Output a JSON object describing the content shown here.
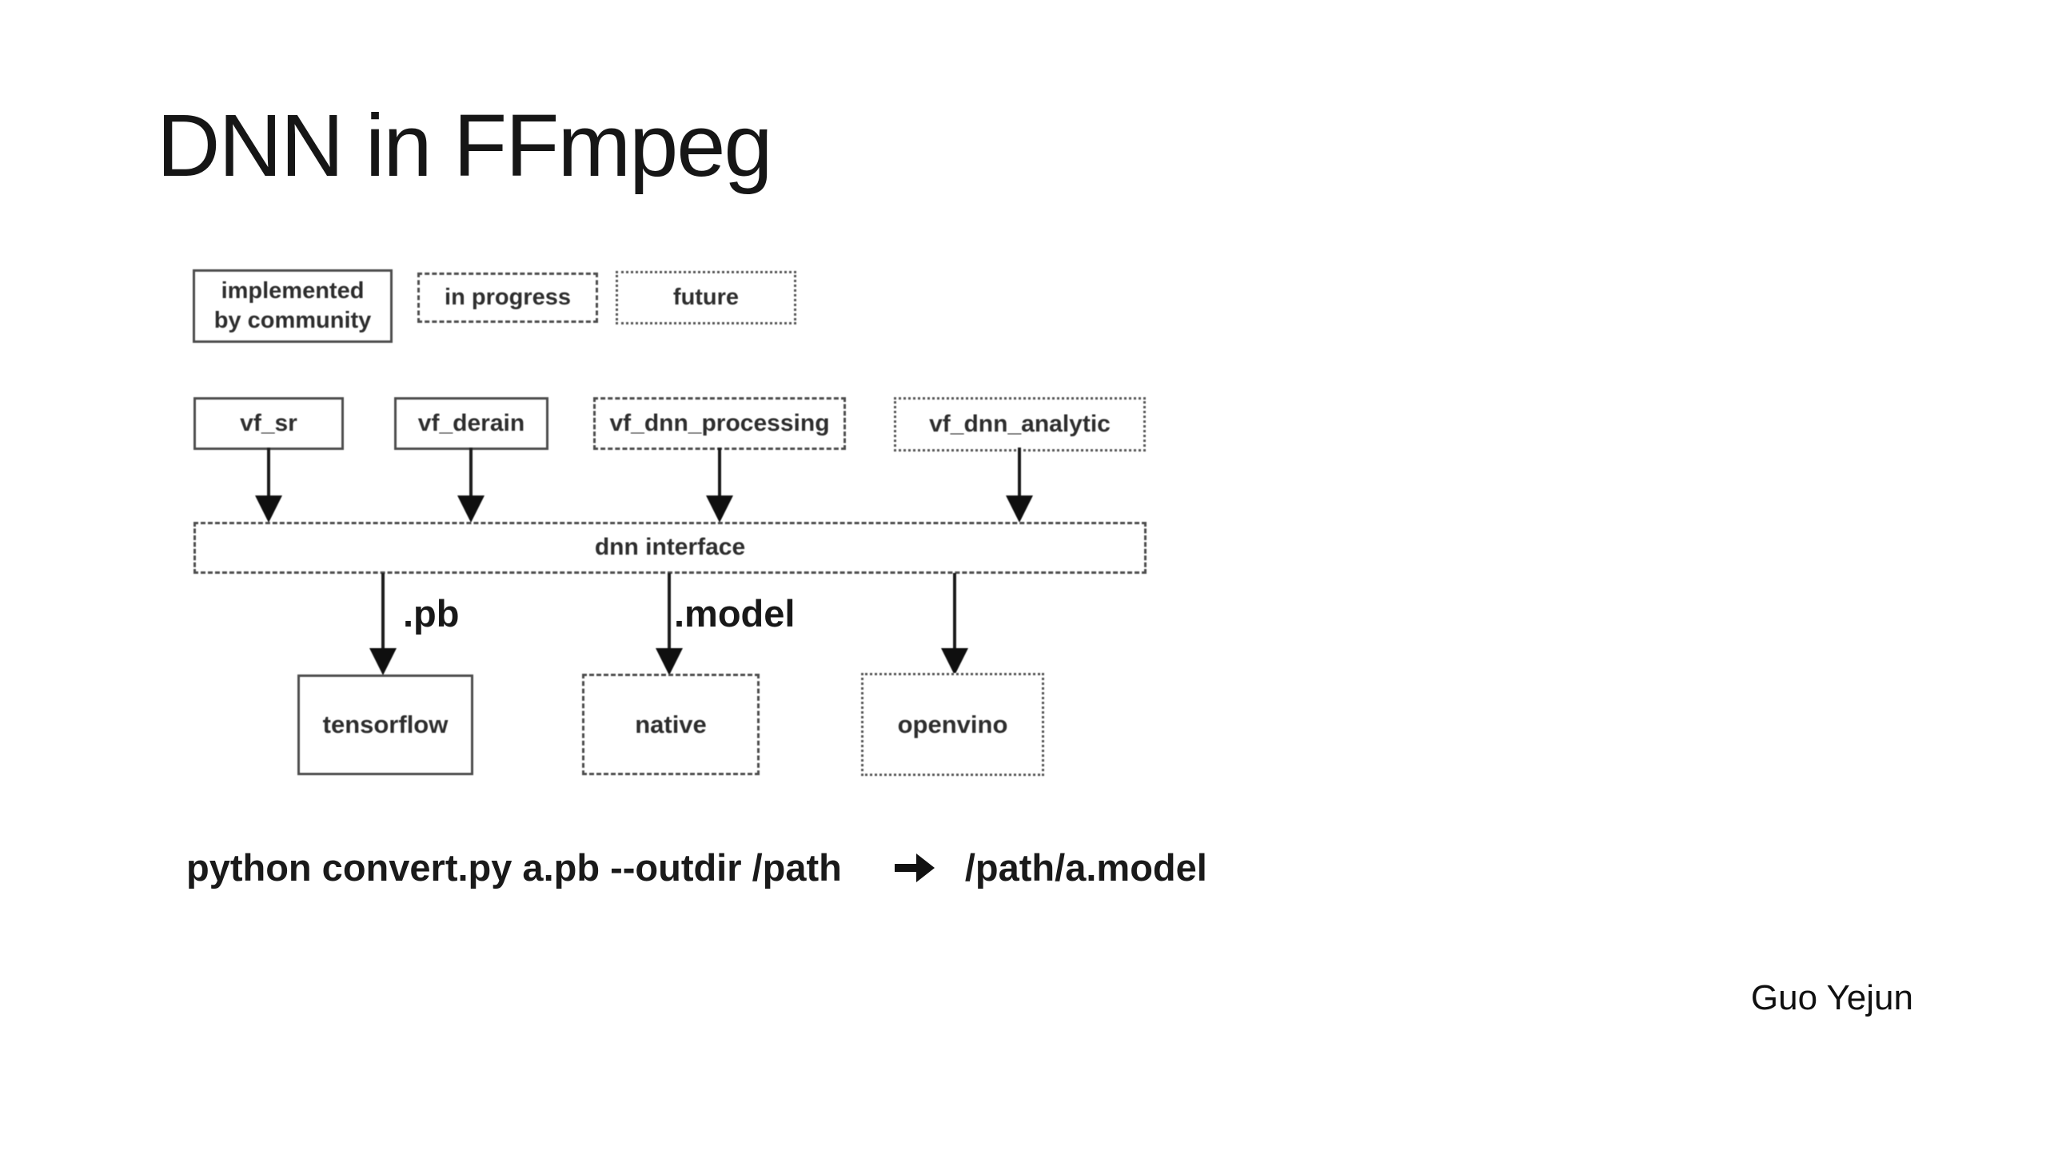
{
  "slide": {
    "title": "DNN in FFmpeg",
    "author": "Guo Yejun"
  },
  "legend": {
    "items": [
      {
        "lines": [
          "implemented",
          "by community"
        ],
        "style": "solid"
      },
      {
        "label": "in progress",
        "style": "dashed"
      },
      {
        "label": "future",
        "style": "dotted"
      }
    ]
  },
  "filters": [
    {
      "label": "vf_sr",
      "style": "solid"
    },
    {
      "label": "vf_derain",
      "style": "solid"
    },
    {
      "label": "vf_dnn_processing",
      "style": "dashed"
    },
    {
      "label": "vf_dnn_analytic",
      "style": "dotted"
    }
  ],
  "interface_box": {
    "label": "dnn interface",
    "style": "dashed"
  },
  "backends": [
    {
      "label": "tensorflow",
      "style": "solid",
      "input_format": ".pb"
    },
    {
      "label": "native",
      "style": "dashed",
      "input_format": ".model"
    },
    {
      "label": "openvino",
      "style": "dotted",
      "input_format": ""
    }
  ],
  "command": {
    "input": "python convert.py a.pb --outdir /path",
    "arrow_icon": "right-arrow",
    "output": "/path/a.model"
  },
  "colors": {
    "background": "#ffffff",
    "text": "#1a1a1a",
    "diagram_line": "#4d4d4d"
  }
}
